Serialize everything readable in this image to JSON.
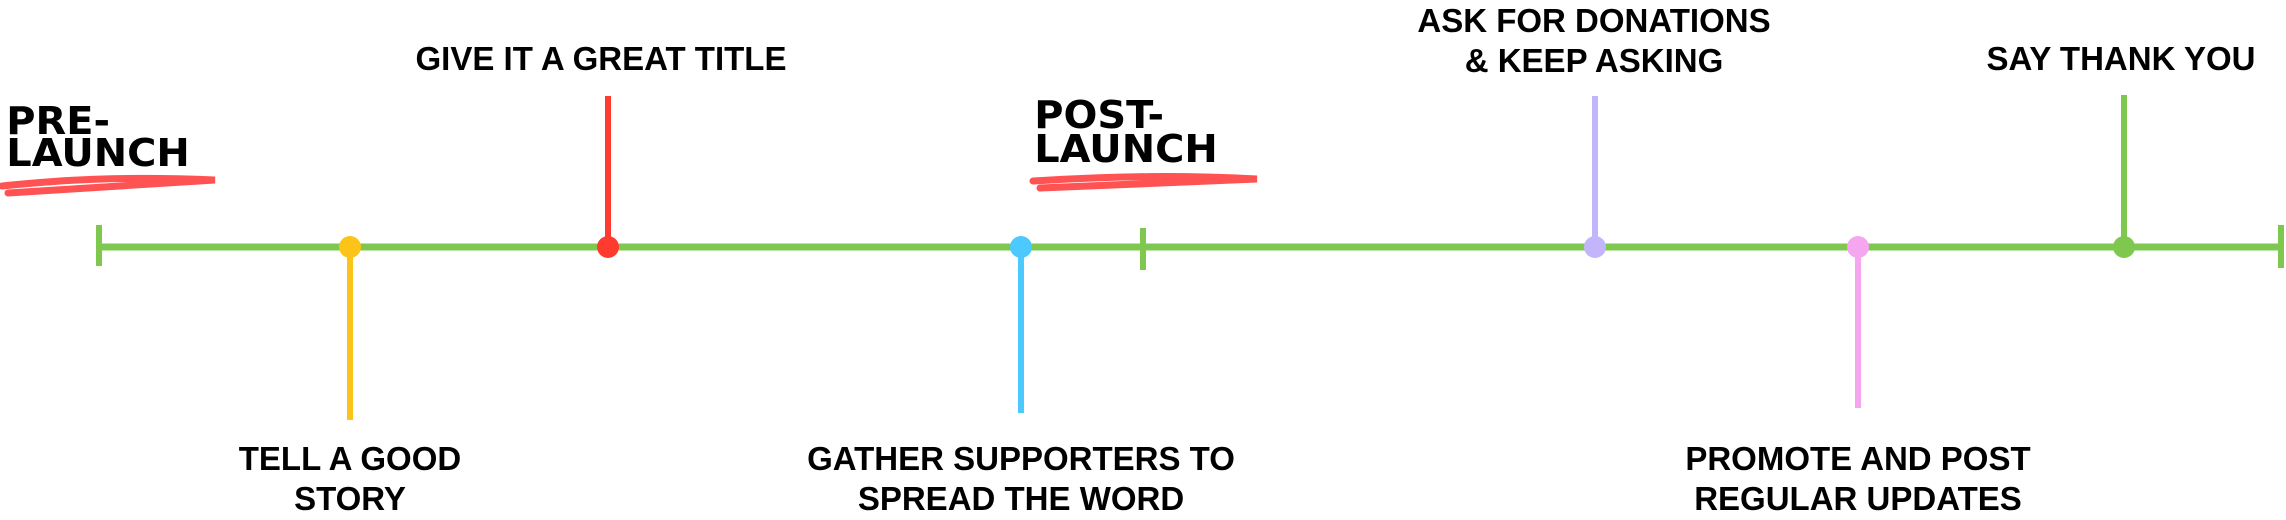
{
  "colors": {
    "timeline": "#7ec850",
    "underline": "#ff5252",
    "tell_story": "#fcc419",
    "title": "#ff3b30",
    "supporters": "#4cc9fe",
    "donations": "#c3b5fb",
    "updates": "#f5a6ef",
    "thank_you": "#7ec850"
  },
  "phases": {
    "pre_launch": [
      "PRE-",
      "LAUNCH"
    ],
    "post_launch": [
      "POST-",
      "LAUNCH"
    ]
  },
  "milestones": {
    "tell_story": [
      "TELL A GOOD",
      "STORY"
    ],
    "title": [
      "GIVE IT A GREAT TITLE"
    ],
    "supporters": [
      "GATHER SUPPORTERS TO",
      "SPREAD THE WORD"
    ],
    "donations": [
      "ASK FOR DONATIONS",
      "& KEEP ASKING"
    ],
    "updates": [
      "PROMOTE AND POST",
      "REGULAR UPDATES"
    ],
    "thank_you": [
      "SAY THANK YOU"
    ]
  }
}
